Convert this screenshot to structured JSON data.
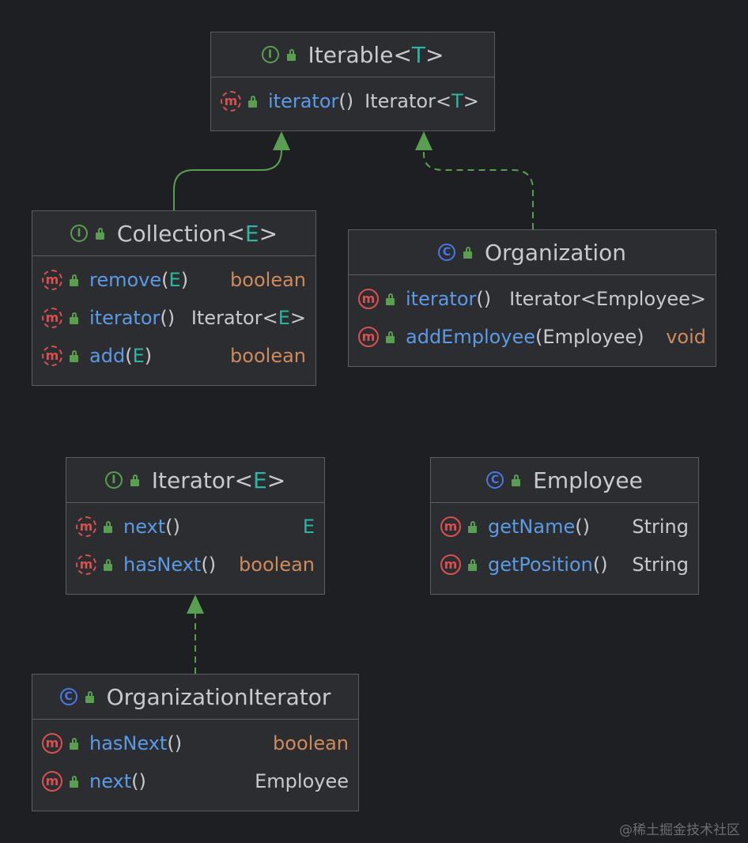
{
  "classes": {
    "iterable": {
      "kind_letter": "I",
      "name": "Iterable",
      "lt": "<",
      "type_param": "T",
      "gt": ">",
      "methods": [
        {
          "name": "iterator",
          "open": "(",
          "param": "",
          "close": ")",
          "ret_pre": "Iterator<",
          "ret_tp": "T",
          "ret_post": ">"
        }
      ]
    },
    "collection": {
      "kind_letter": "I",
      "name": "Collection",
      "lt": "<",
      "type_param": "E",
      "gt": ">",
      "methods": [
        {
          "name": "remove",
          "open": "(",
          "param": "E",
          "close": ")",
          "ret": "boolean"
        },
        {
          "name": "iterator",
          "open": "(",
          "param": "",
          "close": ")",
          "ret_pre": "Iterator<",
          "ret_tp": "E",
          "ret_post": ">"
        },
        {
          "name": "add",
          "open": "(",
          "param": "E",
          "close": ")",
          "ret": "boolean"
        }
      ]
    },
    "organization": {
      "kind_letter": "C",
      "name": "Organization",
      "methods": [
        {
          "name": "iterator",
          "sig": "()",
          "ret": "Iterator<Employee>"
        },
        {
          "name": "addEmployee",
          "sig": "(Employee)",
          "ret": "void"
        }
      ]
    },
    "iterator": {
      "kind_letter": "I",
      "name": "Iterator",
      "lt": "<",
      "type_param": "E",
      "gt": ">",
      "methods": [
        {
          "name": "next",
          "sig": "()",
          "ret": "E"
        },
        {
          "name": "hasNext",
          "sig": "()",
          "ret": "boolean"
        }
      ]
    },
    "employee": {
      "kind_letter": "C",
      "name": "Employee",
      "methods": [
        {
          "name": "getName",
          "sig": "()",
          "ret": "String"
        },
        {
          "name": "getPosition",
          "sig": "()",
          "ret": "String"
        }
      ]
    },
    "organization_iterator": {
      "kind_letter": "C",
      "name": "OrganizationIterator",
      "methods": [
        {
          "name": "hasNext",
          "sig": "()",
          "ret": "boolean"
        },
        {
          "name": "next",
          "sig": "()",
          "ret": "Employee"
        }
      ]
    }
  },
  "method_letter": "m",
  "edge_colors": {
    "extends": "#5a9e52",
    "implements": "#5a9e52"
  },
  "icons": {
    "interface": "interface-icon",
    "class": "class-icon",
    "method": "method-icon",
    "visibility": "public-lock-icon"
  },
  "watermark": "@稀土掘金技术社区"
}
